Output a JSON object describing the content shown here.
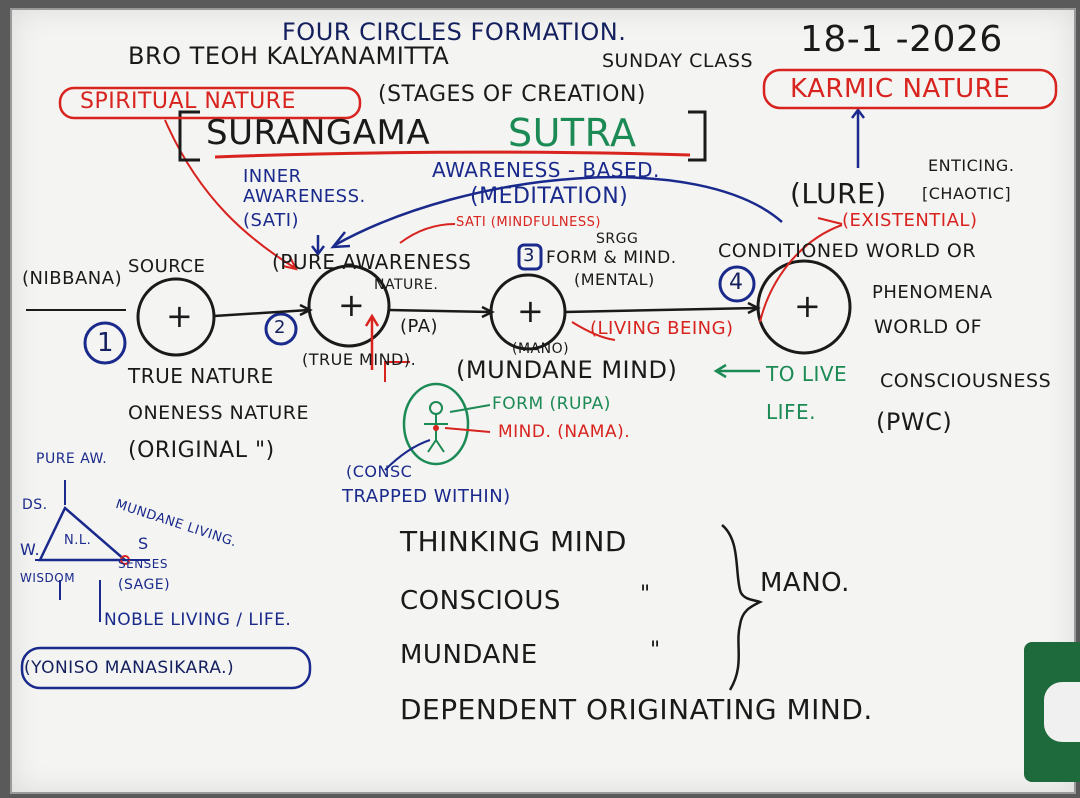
{
  "header": {
    "title": "FOUR CIRCLES FORMATION.",
    "author": "BRO TEOH KALYANAMITTA",
    "class": "SUNDAY CLASS",
    "date": "18-1 -2026"
  },
  "labels": {
    "spiritual_nature": "SPIRITUAL NATURE",
    "stages": "(STAGES OF CREATION)",
    "karmic_nature": "KARMIC NATURE",
    "sutra_1": "SURANGAMA",
    "sutra_2": "SUTRA",
    "inner_1": "INNER",
    "inner_2": "AWARENESS.",
    "sati": "(SATI)",
    "awareness_based": "AWARENESS - BASED.",
    "meditation": "(MEDITATION)",
    "sati_mindfulness": "SATI (MINDFULNESS)",
    "lure": "(LURE)",
    "enticing": "ENTICING.",
    "chaotic": "[CHAOTIC]",
    "existential": "(EXISTENTIAL)",
    "source": "SOURCE",
    "nibbana": "(NIBBANA)",
    "pure_awareness": "(PURE AWARENESS",
    "nature": "NATURE.",
    "sagg": "SRGG",
    "form_mind": "FORM & MIND.",
    "mental": "(MENTAL)",
    "conditioned": "CONDITIONED WORLD OR",
    "phenomena": "PHENOMENA",
    "world_of": "WORLD OF",
    "consciousness": "CONSCIOUSNESS",
    "pwc": "(PWC)",
    "pa": "(PA)",
    "living_being": "(LIVING BEING)",
    "true_nature": "TRUE NATURE",
    "true_mind": "(TRUE MIND).",
    "mano_small": "(MANO)",
    "mundane_mind": "(MUNDANE MIND)",
    "to_live": "TO LIVE",
    "life": "LIFE.",
    "oneness": "ONENESS NATURE",
    "original": "(ORIGINAL \")",
    "form_rupa": "FORM (RUPA)",
    "mind_nama": "MIND. (NAMA).",
    "consc_trapped_1": "(CONSC",
    "consc_trapped_2": "TRAPPED WITHIN)",
    "pure_aw": "PURE AW.",
    "ds": "DS.",
    "mundane_living": "MUNDANE LIVING.",
    "nl": "N.L.",
    "w": "W.",
    "s": "S",
    "wisdom": "WISDOM",
    "senses": "SENSES",
    "sage": "(SAGE)",
    "noble_living": "NOBLE LIVING / LIFE.",
    "yoniso": "(YONISO MANASIKARA.)",
    "thinking_mind": "THINKING MIND",
    "conscious": "CONSCIOUS",
    "mundane": "MUNDANE",
    "ditto_1": "\"",
    "ditto_2": "\"",
    "mano": "MANO.",
    "dependent": "DEPENDENT ORIGINATING MIND."
  },
  "circles": [
    {
      "number": "1",
      "symbol": "+"
    },
    {
      "number": "2",
      "symbol": "+"
    },
    {
      "number": "3",
      "symbol": "+"
    },
    {
      "number": "4",
      "symbol": "+"
    }
  ],
  "colors": {
    "blue": "#1a2a8c",
    "black": "#1a1a1a",
    "red": "#d8231f",
    "green": "#1c8a55"
  }
}
